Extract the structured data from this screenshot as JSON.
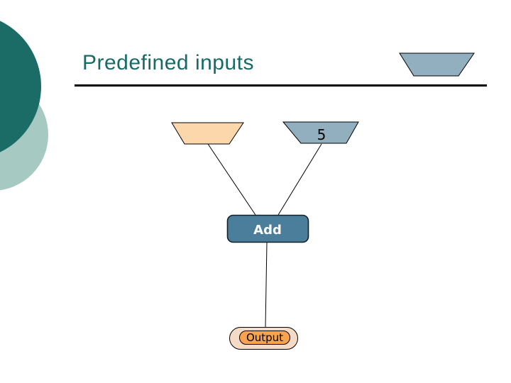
{
  "slide": {
    "title": "Predefined inputs",
    "background_color": "#ffffff",
    "title_color": "#186B64",
    "decoration": {
      "dark_circle_color": "#1B6C66",
      "light_circle_color": "#A6C9C1",
      "corner_trapezoid_color": "#92AFC0"
    }
  },
  "diagram": {
    "nodes": {
      "input_left": {
        "type": "input-trapezoid",
        "label": "",
        "fill": "#FCD7AB"
      },
      "input_right": {
        "type": "input-trapezoid",
        "label": "5",
        "fill": "#92AFC0"
      },
      "add": {
        "type": "process-box",
        "label": "Add",
        "fill": "#4A7E9B",
        "text_color": "#ffffff"
      },
      "output": {
        "type": "terminator-pill",
        "label": "Output",
        "outer_fill": "#F5DBC5",
        "inner_fill": "#F9A34D"
      }
    },
    "connectors": [
      {
        "from": "input_left",
        "to": "add"
      },
      {
        "from": "input_right",
        "to": "add"
      },
      {
        "from": "add",
        "to": "output"
      }
    ]
  }
}
